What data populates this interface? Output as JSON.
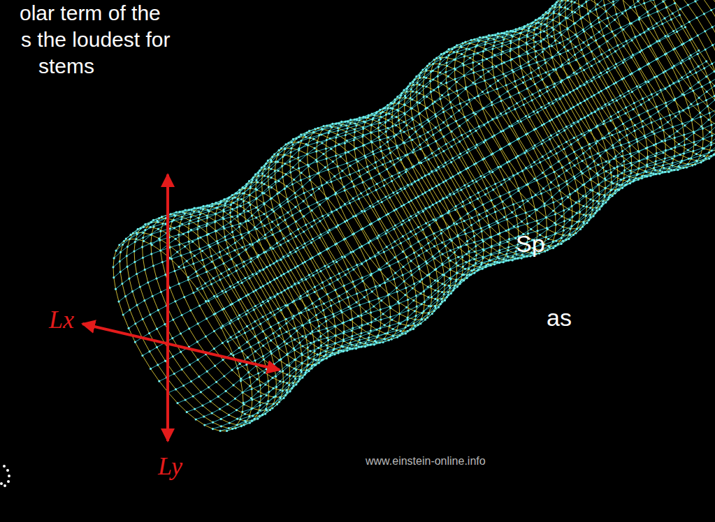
{
  "diagram": {
    "labels": [
      "olar term of the",
      "s the loudest for",
      "stems",
      "Lx",
      "Ly",
      "Sp",
      "as",
      "www.einstein-online.info"
    ]
  }
}
